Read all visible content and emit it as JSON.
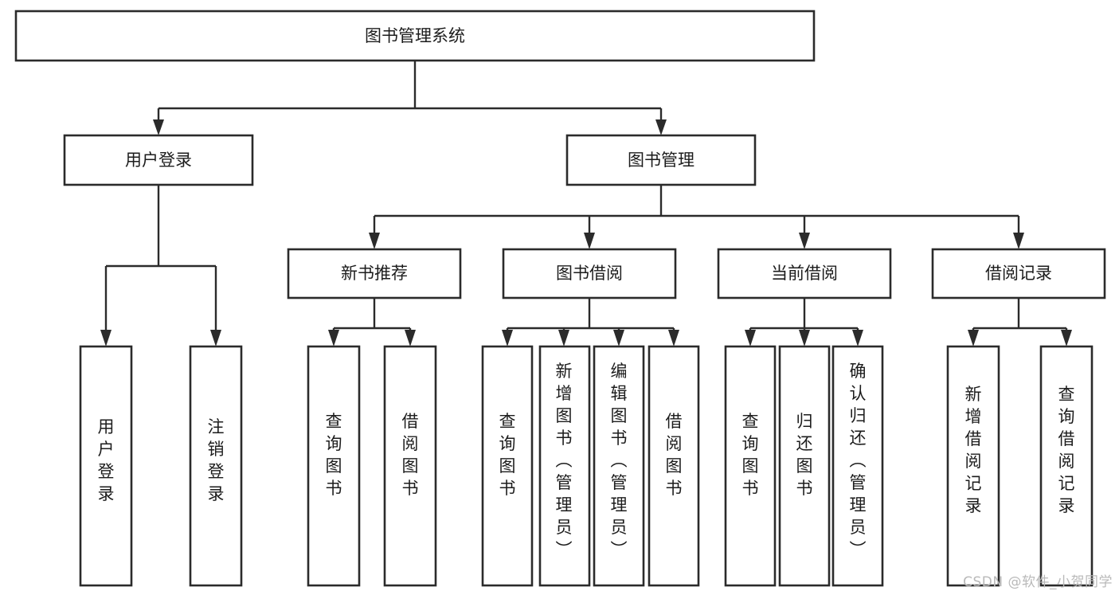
{
  "diagram": {
    "type": "tree",
    "title": "图书管理系统",
    "watermark": "CSDN @软件_小贺同学",
    "root": {
      "id": "root",
      "label": "图书管理系统",
      "orientation": "horizontal"
    },
    "level2": [
      {
        "id": "user-login",
        "label": "用户登录",
        "orientation": "horizontal"
      },
      {
        "id": "book-manage",
        "label": "图书管理",
        "orientation": "horizontal"
      }
    ],
    "level3": [
      {
        "id": "new-book-rec",
        "label": "新书推荐",
        "orientation": "horizontal",
        "parent": "book-manage"
      },
      {
        "id": "book-borrow",
        "label": "图书借阅",
        "orientation": "horizontal",
        "parent": "book-manage"
      },
      {
        "id": "current-borrow",
        "label": "当前借阅",
        "orientation": "horizontal",
        "parent": "book-manage"
      },
      {
        "id": "borrow-record",
        "label": "借阅记录",
        "orientation": "horizontal",
        "parent": "book-manage"
      }
    ],
    "leaves": [
      {
        "id": "leaf-user-login",
        "label": "用户登录",
        "orientation": "vertical",
        "parent": "user-login"
      },
      {
        "id": "leaf-user-logout",
        "label": "注销登录",
        "orientation": "vertical",
        "parent": "user-login"
      },
      {
        "id": "leaf-query-book-1",
        "label": "查询图书",
        "orientation": "vertical",
        "parent": "new-book-rec"
      },
      {
        "id": "leaf-borrow-book-1",
        "label": "借阅图书",
        "orientation": "vertical",
        "parent": "new-book-rec"
      },
      {
        "id": "leaf-query-book-2",
        "label": "查询图书",
        "orientation": "vertical",
        "parent": "book-borrow"
      },
      {
        "id": "leaf-add-book",
        "label": "新增图书（管理员）",
        "orientation": "vertical",
        "parent": "book-borrow"
      },
      {
        "id": "leaf-edit-book",
        "label": "编辑图书（管理员）",
        "orientation": "vertical",
        "parent": "book-borrow"
      },
      {
        "id": "leaf-borrow-book-2",
        "label": "借阅图书",
        "orientation": "vertical",
        "parent": "book-borrow"
      },
      {
        "id": "leaf-query-book-3",
        "label": "查询图书",
        "orientation": "vertical",
        "parent": "current-borrow"
      },
      {
        "id": "leaf-return-book",
        "label": "归还图书",
        "orientation": "vertical",
        "parent": "current-borrow"
      },
      {
        "id": "leaf-confirm-return",
        "label": "确认归还（管理员）",
        "orientation": "vertical",
        "parent": "current-borrow"
      },
      {
        "id": "leaf-add-record",
        "label": "新增借阅记录",
        "orientation": "vertical",
        "parent": "borrow-record"
      },
      {
        "id": "leaf-query-record",
        "label": "查询借阅记录",
        "orientation": "vertical",
        "parent": "borrow-record"
      }
    ],
    "colors": {
      "stroke": "#2b2b2b",
      "fill": "#ffffff",
      "text": "#1c1c1c",
      "watermark": "#b9b9b9"
    }
  }
}
